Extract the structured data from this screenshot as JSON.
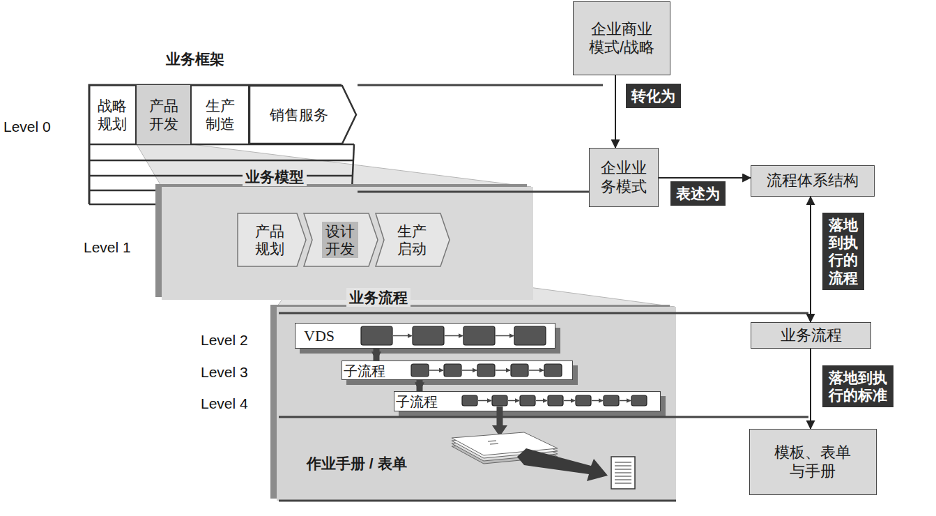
{
  "diagram": {
    "nodes": [
      {
        "text": [
          "业务框架"
        ]
      },
      {
        "text": [
          "战略规划"
        ],
        "in": 0
      },
      {
        "text": [
          "产品开发"
        ],
        "in": 0
      },
      {
        "text": [
          "生产制造"
        ],
        "in": 0
      },
      {
        "text": [
          "销售服务"
        ],
        "in": 0
      },
      {
        "text": [
          "业务模型"
        ]
      },
      {
        "text": [
          "产品规划"
        ],
        "in": 5
      },
      {
        "text": [
          "设计开发"
        ],
        "in": 5
      },
      {
        "text": [
          "生产启动"
        ],
        "in": 5
      },
      {
        "text": [
          "业务流程",
          "作业手册 / 表单"
        ]
      },
      {
        "text": [
          "VDS"
        ],
        "in": 9
      },
      {
        "text": [
          "子流程"
        ],
        "in": 9
      },
      {
        "text": [
          "子流程"
        ],
        "in": 9
      },
      {
        "text": [
          "企业商业模式/战略"
        ]
      },
      {
        "text": [
          "企业业务模式"
        ]
      },
      {
        "text": [
          "流程体系结构"
        ]
      },
      {
        "text": [
          "业务流程"
        ]
      },
      {
        "text": [
          "模板、表单与手册"
        ]
      }
    ],
    "edges": [
      {
        "from": 13,
        "to": 14,
        "arrow": "to",
        "label": "转化为"
      },
      {
        "from": 14,
        "to": 15,
        "arrow": "to",
        "label": "表述为"
      },
      {
        "from": 15,
        "to": 16,
        "arrow": "both",
        "label": "落地到执行的流程"
      },
      {
        "from": 16,
        "to": 17,
        "arrow": "to",
        "label": "落地到执行的标准"
      },
      {
        "from": 10,
        "to": 11,
        "arrow": "to"
      },
      {
        "from": 11,
        "to": 12,
        "arrow": "to"
      }
    ],
    "labels": [
      "Level 0",
      "Level 1",
      "Level 2",
      "Level 3",
      "Level 4"
    ]
  }
}
